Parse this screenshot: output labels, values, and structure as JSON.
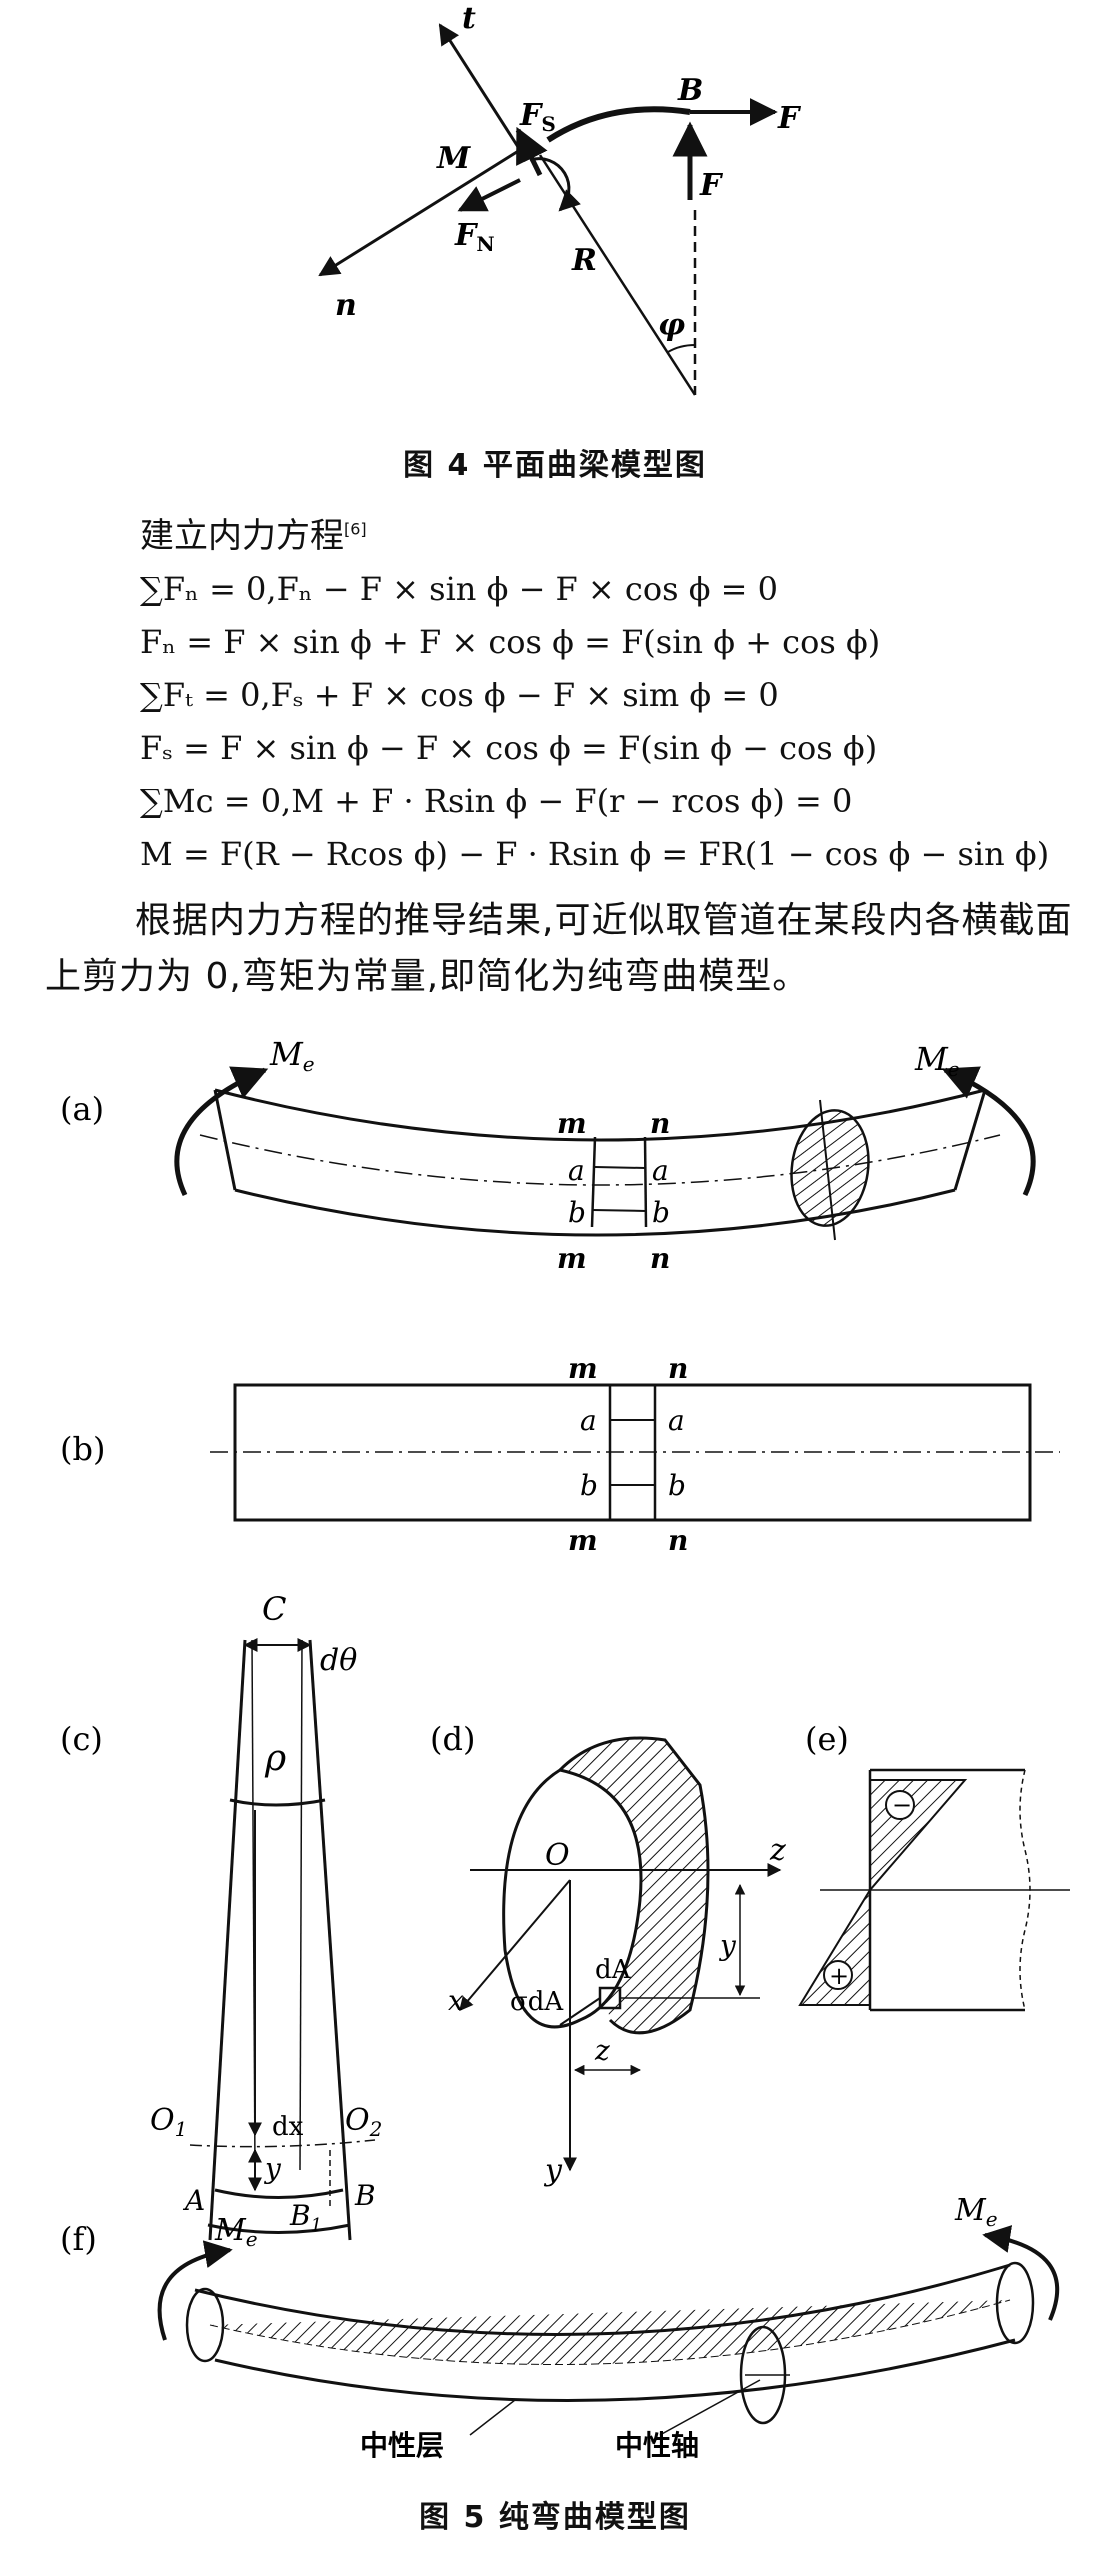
{
  "figure4": {
    "labels": {
      "t": "t",
      "fs": "F",
      "fs_sub": "S",
      "b": "B",
      "f_right": "F",
      "m": "M",
      "fn": "F",
      "fn_sub": "N",
      "f_down": "F",
      "r": "R",
      "n": "n",
      "phi": "φ"
    },
    "caption": "图 4   平面曲梁模型图"
  },
  "body": {
    "heading": "建立内力方程",
    "heading_ref": "[6]",
    "equations": [
      "∑Fₙ = 0,Fₙ − F × sin ϕ − F × cos ϕ = 0",
      "Fₙ = F × sin ϕ + F × cos ϕ = F(sin ϕ + cos ϕ)",
      "∑Fₜ = 0,Fₛ + F × cos ϕ − F × sim ϕ = 0",
      "Fₛ = F × sin ϕ − F × cos ϕ = F(sin ϕ − cos ϕ)",
      "∑Mᴄ = 0,M + F · Rsin ϕ − F(r − rcos ϕ) = 0",
      "M = F(R − Rcos ϕ) − F · Rsin ϕ = FR(1 − cos ϕ − sin ϕ)"
    ],
    "paragraph": "根据内力方程的推导结果,可近似取管道在某段内各横截面上剪力为 0,弯矩为常量,即简化为纯弯曲模型。"
  },
  "figure5": {
    "a": {
      "tag": "(a)",
      "me_left": "M",
      "me_right": "M",
      "me_sub": "e",
      "m_top": "m",
      "n_top": "n",
      "a_left": "a",
      "a_right": "a",
      "b_left": "b",
      "b_right": "b",
      "m_bottom": "m",
      "n_bottom": "n"
    },
    "b": {
      "tag": "(b)",
      "m_top": "m",
      "n_top": "n",
      "a_left": "a",
      "a_right": "a",
      "b_left": "b",
      "b_right": "b",
      "m_bottom": "m",
      "n_bottom": "n"
    },
    "c": {
      "tag": "(c)",
      "c": "C",
      "dtheta": "dθ",
      "rho": "ρ",
      "o1": "O",
      "o1_sub": "1",
      "o2": "O",
      "o2_sub": "2",
      "dx": "dx",
      "y": "y",
      "a": "A",
      "b": "B",
      "b1": "B",
      "b1_sub": "1"
    },
    "d": {
      "tag": "(d)",
      "o": "O",
      "z_axis": "z",
      "y_dim": "y",
      "da": "dA",
      "sigma_da": "σdA",
      "x": "x",
      "z_dim": "z",
      "y_axis": "y"
    },
    "e": {
      "tag": "(e)",
      "minus": "−",
      "plus": "+"
    },
    "f": {
      "tag": "(f)",
      "me_left": "M",
      "me_right": "M",
      "me_sub": "e",
      "neutral_layer": "中性层",
      "neutral_axis": "中性轴"
    },
    "caption": "图 5   纯弯曲模型图"
  }
}
